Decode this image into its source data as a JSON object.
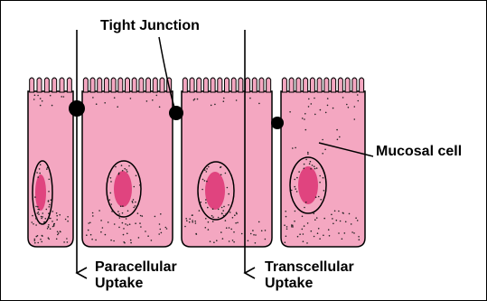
{
  "labels": {
    "tight_junction": "Tight Junction",
    "mucosal_cell": "Mucosal cell",
    "paracellular_line1": "Paracellular",
    "paracellular_line2": "Uptake",
    "transcellular_line1": "Transcellular",
    "transcellular_line2": "Uptake"
  },
  "colors": {
    "cell_fill": "#f4a7c1",
    "nucleus_fill": "#e0447f",
    "outline": "#000000",
    "background": "#ffffff"
  },
  "cells": [
    {
      "name": "cell-1"
    },
    {
      "name": "cell-2"
    },
    {
      "name": "cell-3"
    },
    {
      "name": "cell-4"
    }
  ]
}
